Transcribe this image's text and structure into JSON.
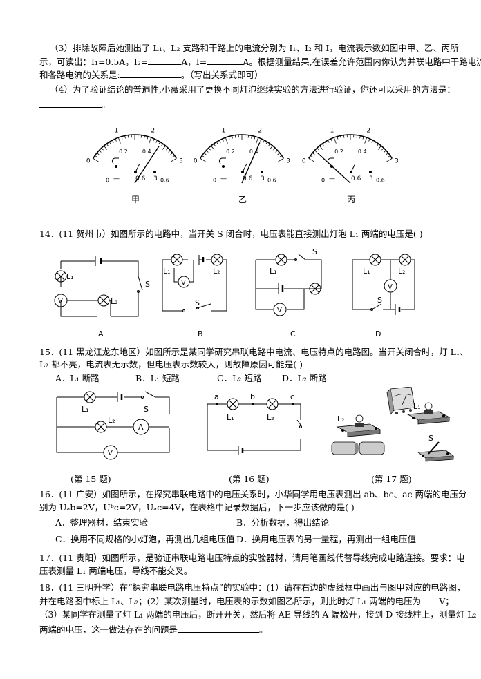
{
  "q13": {
    "p3_line1": "（3）排除故障后她测出了 L₁、L₂ 支路和干路上的电流分别为 I₁、I₂ 和 I，电流表示数如图中甲、乙、丙所",
    "p3_line2_a": "示，可读出：I₁=0.5A，I₂=",
    "p3_line2_b": "A，I=",
    "p3_line2_c": "A。根据测量结果,在误差允许范围内你认为并联电路中干路电流",
    "p3_line3_a": "和各路电流的关系是:",
    "p3_line3_b": "。（写出关系式即可）",
    "p4_line1": "（4）为了验证结论的普遍性,小薇采用了更换不同灯泡继续实验的方法进行验证，你还可以采用的方法是：",
    "p4_line2_end": "。",
    "meter_labels": [
      "甲",
      "乙",
      "丙"
    ],
    "meter_scale_top": [
      "0",
      "1",
      "2",
      "3"
    ],
    "meter_scale_bottom": [
      "0",
      "0.2",
      "0.4",
      "0.6"
    ],
    "meter_terminals": [
      "—",
      "0.6",
      "3"
    ]
  },
  "q14": {
    "text": "14．(11 贺州市）如图所示的电路中，当开关 S 闭合时，电压表能直接测出灯泡 L₁ 两端的电压是(        )",
    "options": [
      "A",
      "B",
      "C",
      "D"
    ]
  },
  "q15": {
    "line1": "15．(11 黑龙江龙东地区）如图所示是某同学研究串联电路中电流、电压特点的电路图。当开关闭合时，灯 L₁、",
    "line2": "L₂ 都不亮，电流表无示数，但电压表示数较大，则故障原因可能是(        )",
    "choices": [
      "A．L₁ 断路",
      "B．L₁ 短路",
      "C．L₂ 短路",
      "D．L₂ 断路"
    ]
  },
  "captions": [
    "(第 15 题)",
    "(第 16 题)",
    "(第 17 题)"
  ],
  "q16": {
    "line1": "16．(11 广安）如图所示，在探究串联电路中的电压关系时，小华同学用电压表测出 ab、bc、ac 两端的电压分",
    "line2": "别为 Uₐb=2V，Uᵇc=2V，Uₐc=4V，在表格中记录数据后，下一步应该做的是(        )",
    "optA": "A．整理器材，结束实验",
    "optB": "B．分析数据，得出结论",
    "optC": "C．换用不同规格的小灯泡，再测出几组电压值",
    "optD": "D．换用电压表的另一量程，再测出一组电压值"
  },
  "q17": {
    "line1": "17．(11 贵阳）如图所示，是验证串联电路电压特点的实验器材，请用笔画线代替导线完成电路连接。要求：电",
    "line2": "压表测量 L₁ 两端电压，导线不能交叉。"
  },
  "q18": {
    "line1": "18．(11 三明升学）在“探究串联电路电压特点”的实验中：(1）请在右边的虚线框中画出与图甲对应的电路图，",
    "line2_a": "并在电路图中标上 L₁、L₂；(2）某次测量时，电压表的示数如图乙所示，则此时灯 L₁ 两端的电压为",
    "line2_b": "V；",
    "line3": "（3）某同学在测量了灯 L₁ 两端的电压后，断开开关，然后将 AE 导线的 A 端松开，接到 D 接线柱上，测量灯 L₂",
    "line4_a": "两端的电压，这一做法存在的问题是",
    "line4_b": "。"
  },
  "diagram_labels": {
    "L1": "L₁",
    "L2": "L₂",
    "S": "S",
    "V": "V",
    "A": "A",
    "a": "a",
    "b": "b",
    "c": "c"
  },
  "meters": {
    "needle_fraction_of_scale": [
      0.78,
      0.7,
      0.1
    ]
  }
}
